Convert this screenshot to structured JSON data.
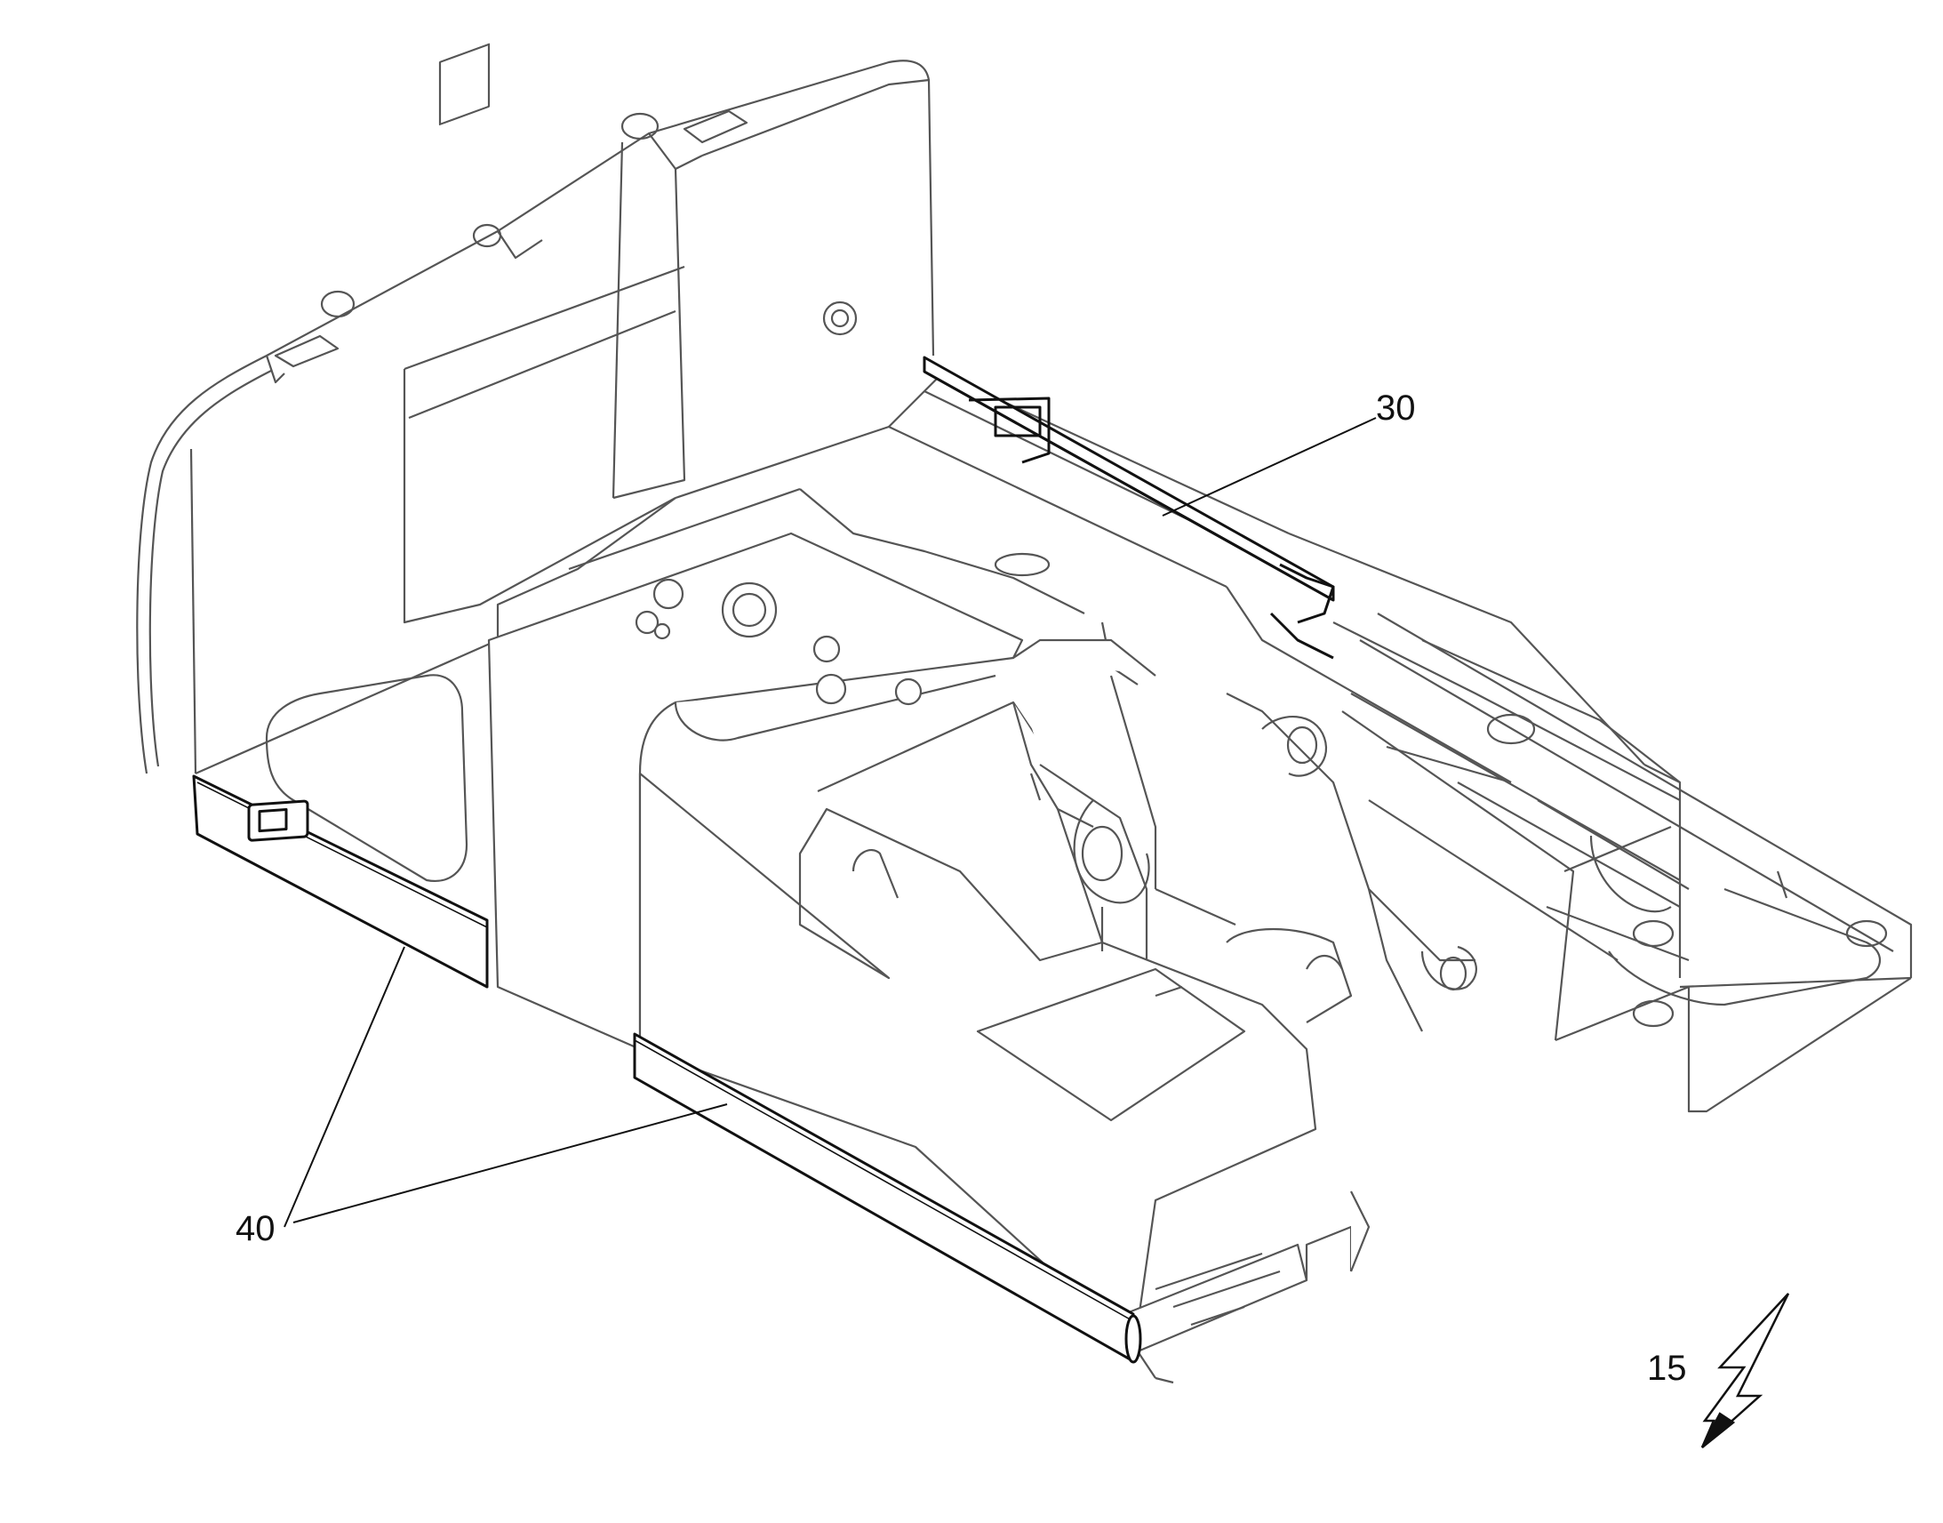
{
  "figure": {
    "reference_numerals": {
      "label_30": "30",
      "label_40": "40",
      "label_15": "15"
    },
    "colors": {
      "line": "#555555",
      "heavy_line": "#111111",
      "panel_fill": "#ffffff"
    }
  }
}
